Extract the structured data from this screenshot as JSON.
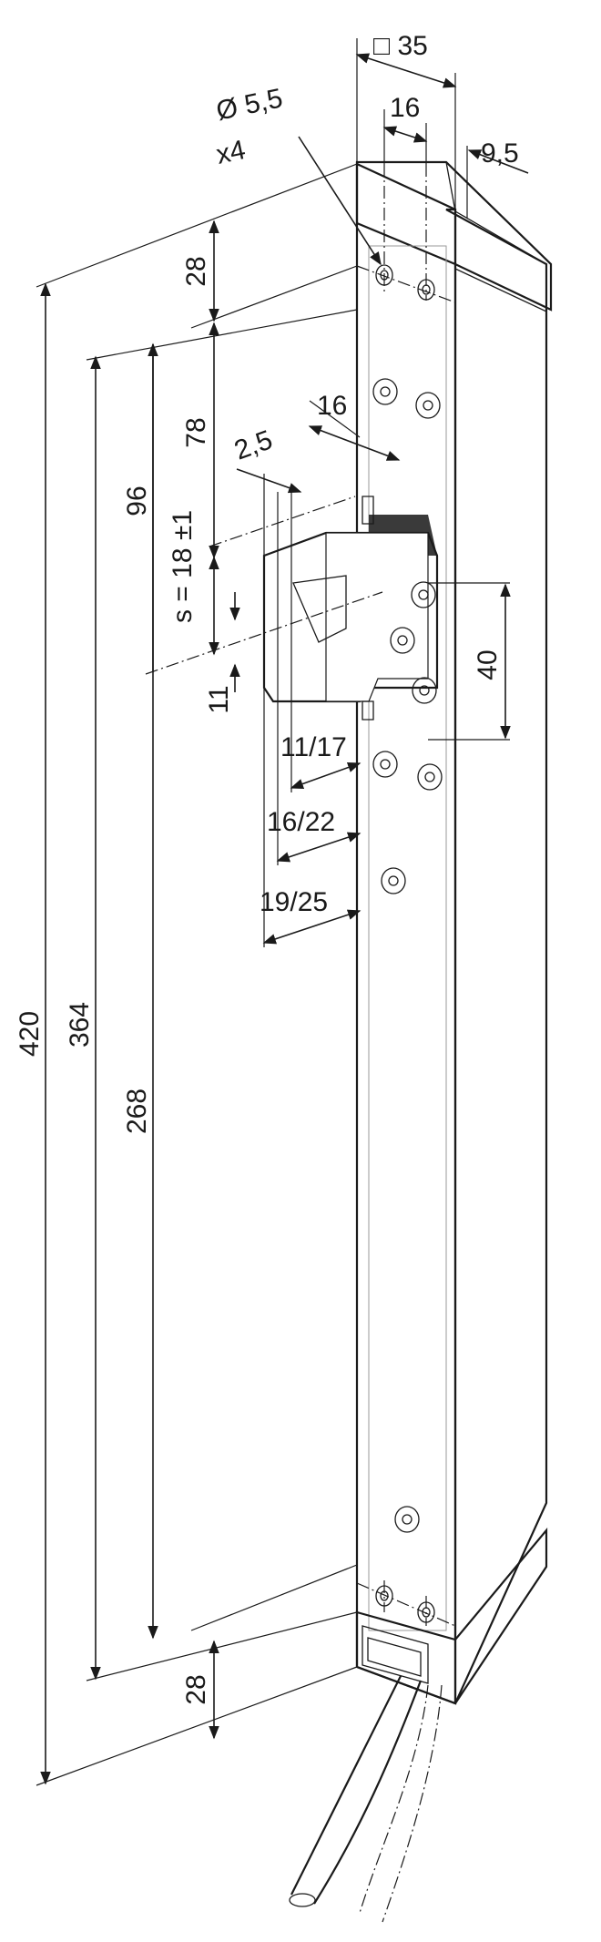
{
  "dimensions": {
    "width_35": "□ 35",
    "width_16_top": "16",
    "width_9_5": "9,5",
    "hole_dia": "Ø 5,5",
    "hole_count": "x4",
    "total_420": "420",
    "len_364": "364",
    "len_268": "268",
    "len_96": "96",
    "len_78": "78",
    "top_28": "28",
    "bottom_28": "28",
    "stroke_s": "s = 18 ±1",
    "len_11": "11",
    "latch_16": "16",
    "latch_2_5": "2,5",
    "latch_40": "40",
    "offset_11_17": "11/17",
    "offset_16_22": "16/22",
    "offset_19_25": "19/25"
  },
  "colors": {
    "line": "#1a1a1a",
    "faceplate": "#e6e6e6",
    "side_light": "#f4f4f4",
    "side_dark": "#c4c4c4",
    "latch_shadow": "#3a3a3a"
  }
}
